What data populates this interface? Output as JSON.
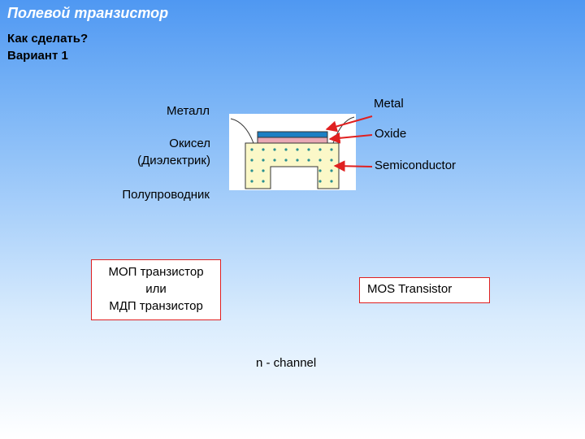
{
  "title": "Полевой транзистор",
  "subtitle_lines": [
    "Как сделать?",
    "Вариант 1"
  ],
  "labels_ru": {
    "metal": "Металл",
    "oxide_line1": "Окисел",
    "oxide_line2": "(Диэлектрик)",
    "semiconductor": "Полупроводник"
  },
  "labels_en": {
    "metal": "Metal",
    "oxide": "Oxide",
    "semiconductor": "Semiconductor"
  },
  "box_ru_lines": [
    "МОП транзистор",
    "или",
    "МДП транзистор"
  ],
  "box_en": "MOS Transistor",
  "channel_label": "n - channel",
  "colors": {
    "metal_layer": "#1c7fc3",
    "oxide_layer": "#e8a8b4",
    "semiconductor_fill": "#fbf8c8",
    "dopant_dot": "#2a8f8f",
    "arrow": "#e02020",
    "box_border": "#e02020"
  }
}
